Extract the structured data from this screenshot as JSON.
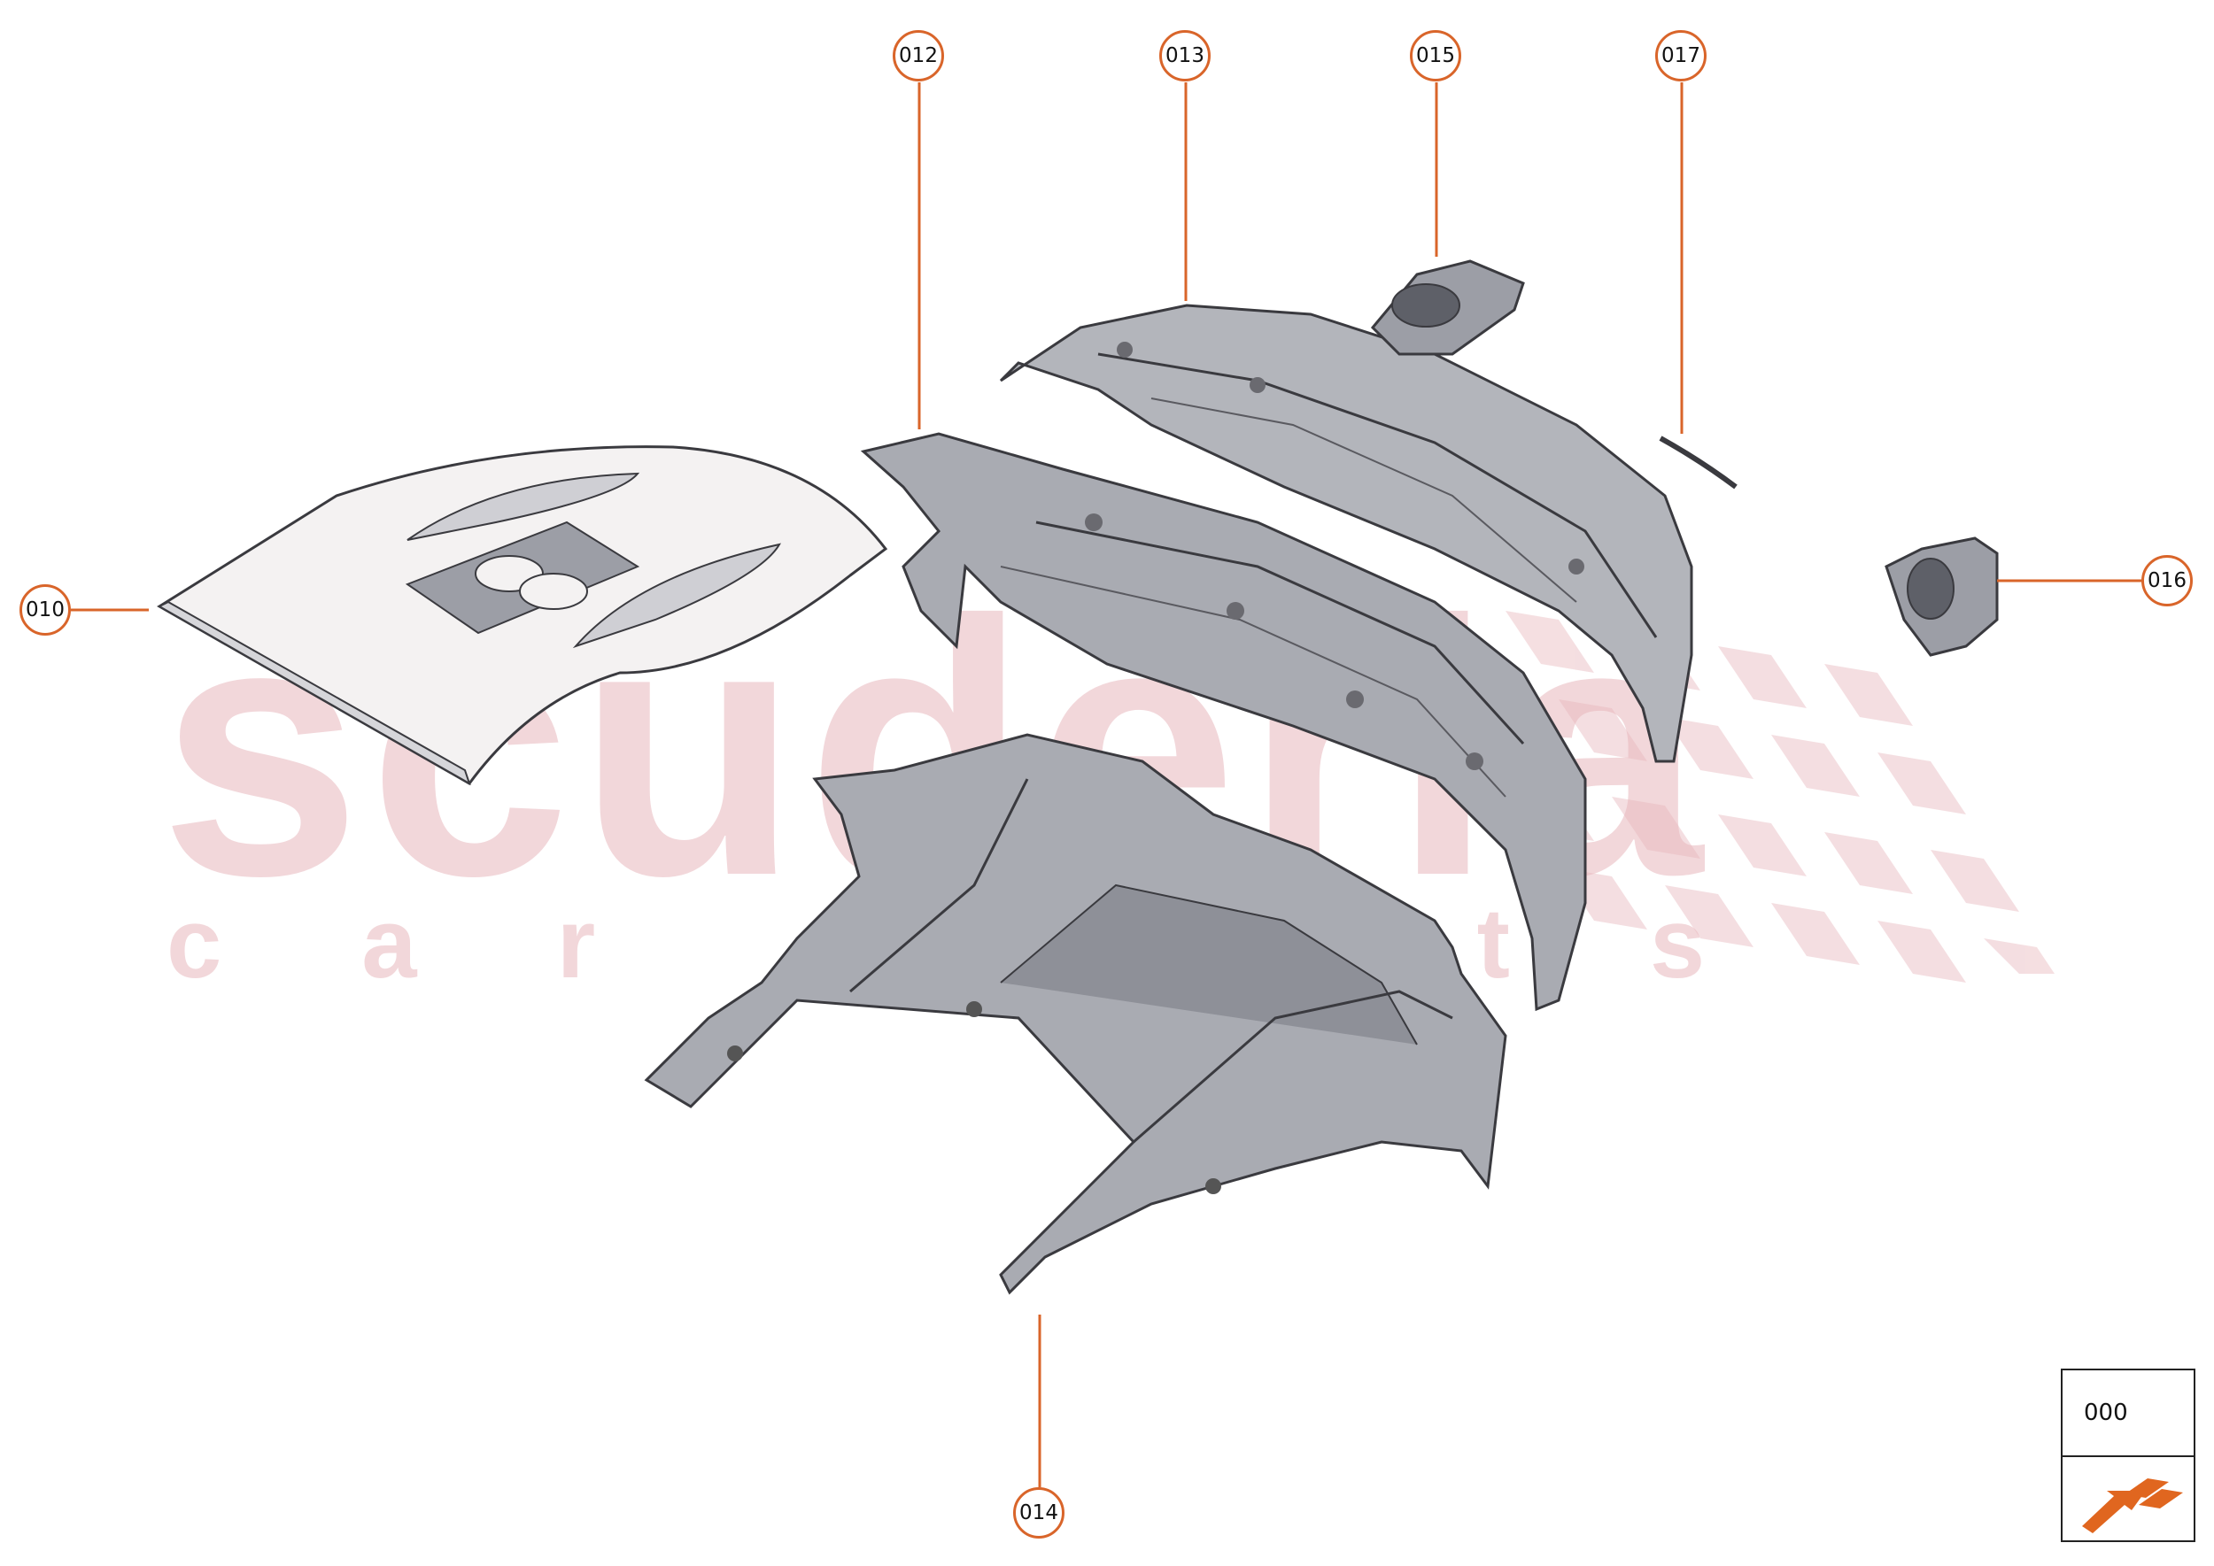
{
  "watermark": {
    "brand": "scuderia",
    "tagline": "car parts"
  },
  "colors": {
    "callout_border": "#d9652a",
    "leader_line": "#d9652a",
    "part_fill": "#a9abb2",
    "part_fill_light": "#c8c9ce",
    "part_stroke": "#3a3a3f",
    "watermark": "#e8b7bd",
    "arrow": "#e0661f"
  },
  "callouts": [
    {
      "id": "c010",
      "label": "010"
    },
    {
      "id": "c012",
      "label": "012"
    },
    {
      "id": "c013",
      "label": "013"
    },
    {
      "id": "c014",
      "label": "014"
    },
    {
      "id": "c015",
      "label": "015"
    },
    {
      "id": "c016",
      "label": "016"
    },
    {
      "id": "c017",
      "label": "017"
    }
  ],
  "reference_box": {
    "code": "000",
    "icon": "direction-arrow-icon"
  }
}
